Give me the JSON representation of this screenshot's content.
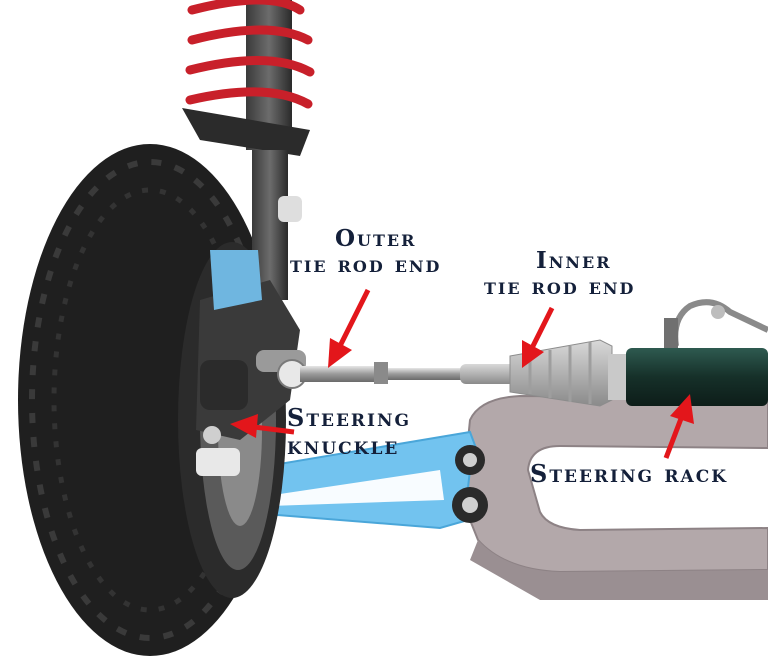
{
  "labels": {
    "outer_tie_rod_end": {
      "line1": "Outer",
      "line2": "tie rod end"
    },
    "inner_tie_rod_end": {
      "line1": "Inner",
      "line2": "tie rod end"
    },
    "steering_knuckle": {
      "line1": "Steering",
      "line2": "knuckle"
    },
    "steering_rack": {
      "line1": "Steering rack"
    }
  },
  "colors": {
    "arrow": "#e3161b",
    "label_text": "#14203a",
    "spring": "#c8202a",
    "control_arm": "#6ec0ee",
    "subframe": "#b0a5a8",
    "tire": "#1e1e1e",
    "rack_tube": "#1c3a34"
  },
  "icons": {
    "arrows": "red-pointer-arrow"
  }
}
